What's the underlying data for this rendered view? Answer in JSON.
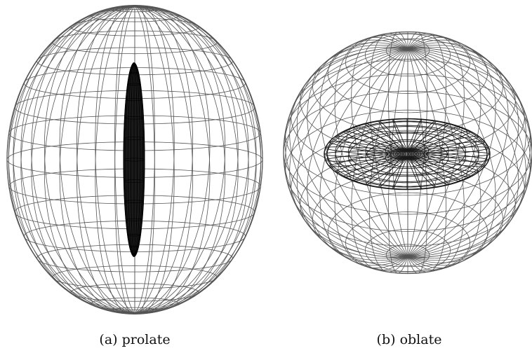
{
  "colors": {
    "outer_mesh": "#555555",
    "inner_mesh": "#1a1a1a",
    "background": "#ffffff"
  },
  "panels": [
    {
      "id": "a",
      "shape": "prolate",
      "caption": "(a) prolate"
    },
    {
      "id": "b",
      "shape": "oblate",
      "caption": "(b) oblate"
    }
  ]
}
